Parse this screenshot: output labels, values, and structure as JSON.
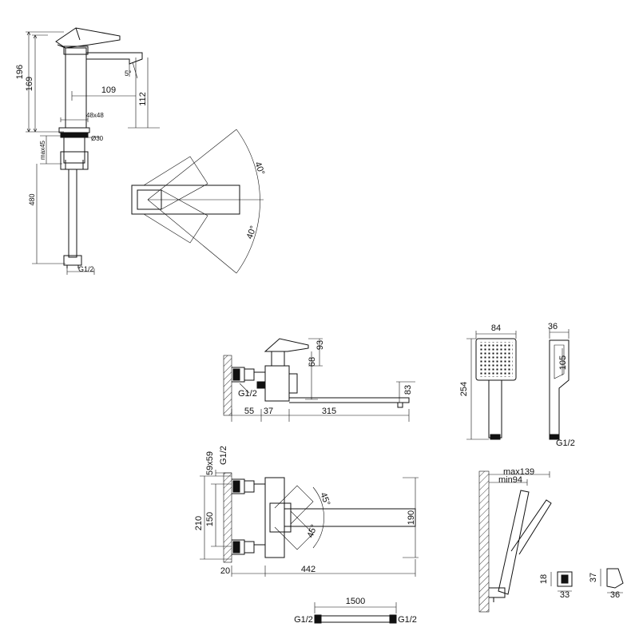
{
  "style": {
    "line_color": "#111111",
    "background": "#ffffff"
  },
  "basin_mixer": {
    "elevation": {
      "total_height": "196",
      "spout_height": "169",
      "spout_reach": "109",
      "aerator_height": "112",
      "spout_angle": "5°",
      "body_section": "48x48",
      "hole_diameter": "Ø30",
      "max_deck": "max45",
      "hose_length": "480",
      "connection": "G1/2"
    },
    "plan_view": {
      "rotation_top": "40°",
      "rotation_bottom": "40°"
    }
  },
  "bath_mixer": {
    "elevation": {
      "handle_height": "93",
      "body_height": "68",
      "spout_height": "83",
      "connection": "G1/2",
      "wall_offset": "55",
      "body_width": "37",
      "spout_reach": "315"
    },
    "plan_view": {
      "flange_size": "59x59",
      "connection": "G1/2",
      "total_depth": "210",
      "inlet_spacing": "150",
      "spout_depth": "190",
      "swivel_top": "45°",
      "swivel_bottom": "45°",
      "wall_gap": "20",
      "spout_length": "442"
    }
  },
  "hand_shower": {
    "front": {
      "head_width": "84",
      "total_length": "254"
    },
    "side": {
      "depth": "36",
      "head_length": "105",
      "connection": "G1/2"
    }
  },
  "shower_holder": {
    "bracket": {
      "max_reach": "max139",
      "min_reach": "min94"
    },
    "detail_a": {
      "height": "18",
      "width": "33"
    },
    "detail_b": {
      "height": "37",
      "width": "36"
    }
  },
  "hose": {
    "length": "1500",
    "left_connection": "G1/2",
    "right_connection": "G1/2"
  }
}
